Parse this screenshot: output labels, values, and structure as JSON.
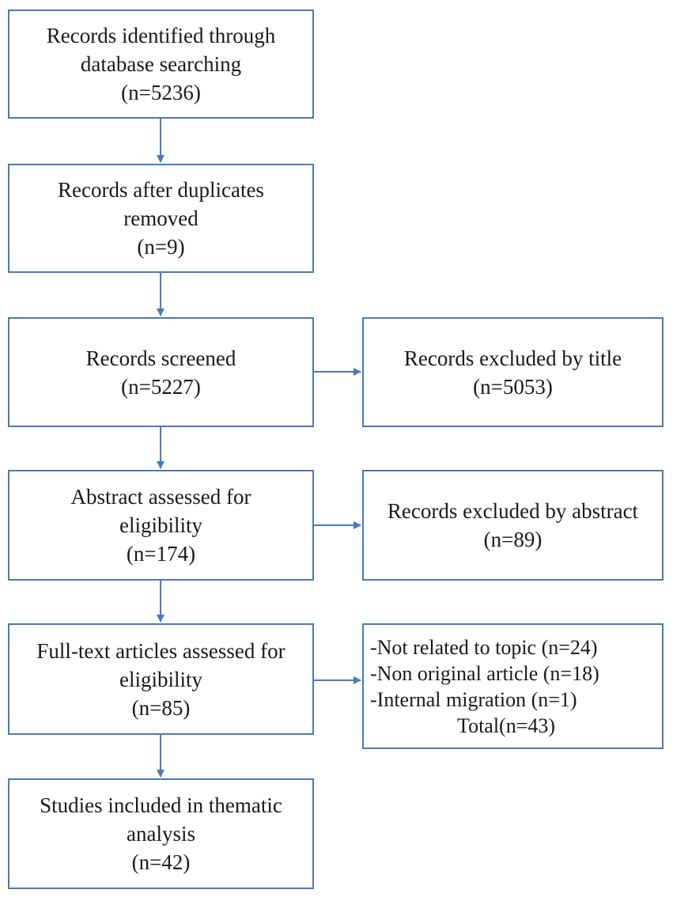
{
  "main_flow": {
    "identified": {
      "lines": [
        "Records identified through",
        "database searching",
        "(n=5236)"
      ]
    },
    "duplicates_removed": {
      "lines": [
        "Records after duplicates",
        "removed",
        "(n=9)"
      ]
    },
    "screened": {
      "lines": [
        "Records screened",
        "(n=5227)"
      ]
    },
    "abstract_assessed": {
      "lines": [
        "Abstract assessed for",
        "eligibility",
        "(n=174)"
      ]
    },
    "fulltext_assessed": {
      "lines": [
        "Full-text articles assessed for",
        "eligibility",
        "(n=85)"
      ]
    },
    "included": {
      "lines": [
        "Studies included in thematic",
        "analysis",
        "(n=42)"
      ]
    }
  },
  "exclusions": {
    "by_title": {
      "lines": [
        "Records excluded by title",
        "(n=5053)"
      ]
    },
    "by_abstract": {
      "lines": [
        "Records excluded by abstract",
        "(n=89)"
      ]
    },
    "fulltext_reasons": {
      "items": [
        "-Not related to topic (n=24)",
        "-Non original article (n=18)",
        "-Internal migration (n=1)"
      ],
      "total": "Total(n=43)"
    }
  },
  "colors": {
    "border": "#4a78c0",
    "arrow": "#4a78c0"
  }
}
